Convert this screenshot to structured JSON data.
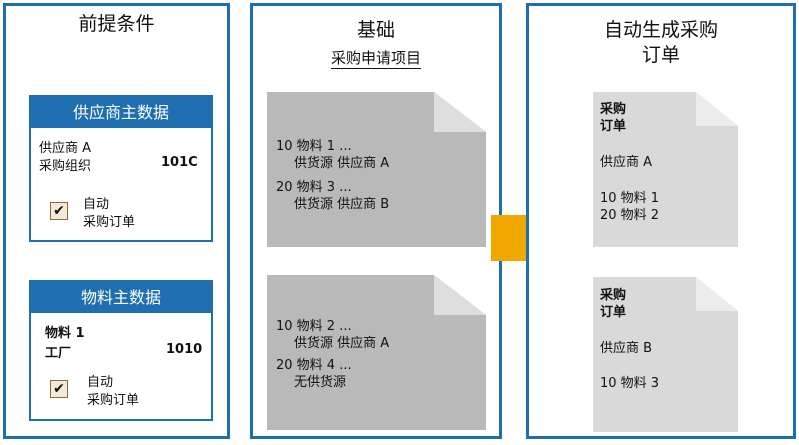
{
  "prerequisites": {
    "title": "前提条件",
    "vendor_card": {
      "header": "供应商主数据",
      "vendor": "供应商 A",
      "purch_org_label": "采购组织",
      "purch_org_value": "101C",
      "checkbox_mark": "✔",
      "checkbox_label_1": "自动",
      "checkbox_label_2": "采购订单"
    },
    "material_card": {
      "header": "物料主数据",
      "material": "物料 1",
      "plant_label": "工厂",
      "plant_value": "1010",
      "checkbox_mark": "✔",
      "checkbox_label_1": "自动",
      "checkbox_label_2": "采购订单"
    }
  },
  "basis": {
    "title": "基础",
    "subtitle": "采购申请项目",
    "doc1": {
      "line1": "10 物料 1  ...",
      "line2": "供货源 供应商 A",
      "line3": "20 物料 3  ...",
      "line4": "供货源 供应商 B"
    },
    "doc2": {
      "line1": "10 物料 2  ...",
      "line2": "供货源 供应商 A",
      "line3": "20 物料 4  ...",
      "line4": "无供货源"
    }
  },
  "auto_po": {
    "title_line1": "自动生成采购",
    "title_line2": "订单",
    "po1": {
      "title_line1": "采购",
      "title_line2": "订单",
      "vendor": "供应商 A",
      "item1": "10 物料  1",
      "item2": "20 物料  2"
    },
    "po2": {
      "title_line1": "采购",
      "title_line2": "订单",
      "vendor": "供应商 B",
      "item1": "10 物料  3"
    }
  },
  "colors": {
    "panel_border": "#1f6fb0",
    "card_header": "#1f6fb0",
    "doc_dark": "#b9b9b9",
    "doc_light": "#d9d9d9",
    "arrow": "#f0a800"
  }
}
